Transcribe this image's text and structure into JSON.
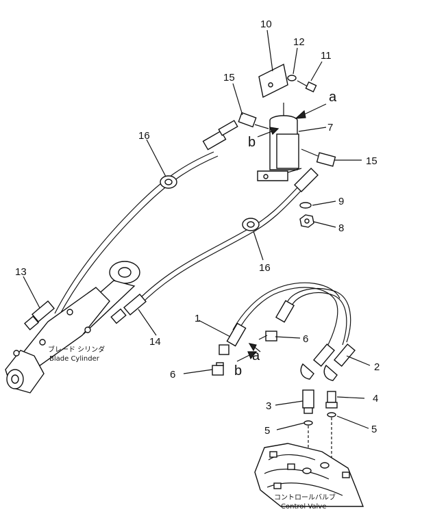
{
  "callouts": {
    "c1": "1",
    "c2": "2",
    "c3": "3",
    "c4": "4",
    "c5a": "5",
    "c5b": "5",
    "c6a": "6",
    "c6b": "6",
    "c7": "7",
    "c8": "8",
    "c9": "9",
    "c10": "10",
    "c11": "11",
    "c12": "12",
    "c13": "13",
    "c14": "14",
    "c15a": "15",
    "c15b": "15",
    "c16a": "16",
    "c16b": "16"
  },
  "view_marks": {
    "a_top": "a",
    "b_top": "b",
    "a_low": "a",
    "b_low": "b"
  },
  "captions": {
    "blade_cylinder_jp": "ブレード シリンダ",
    "blade_cylinder_en": "Blade Cylinder",
    "control_valve_jp": "コントロールバルブ",
    "control_valve_en": "Control Valve"
  }
}
